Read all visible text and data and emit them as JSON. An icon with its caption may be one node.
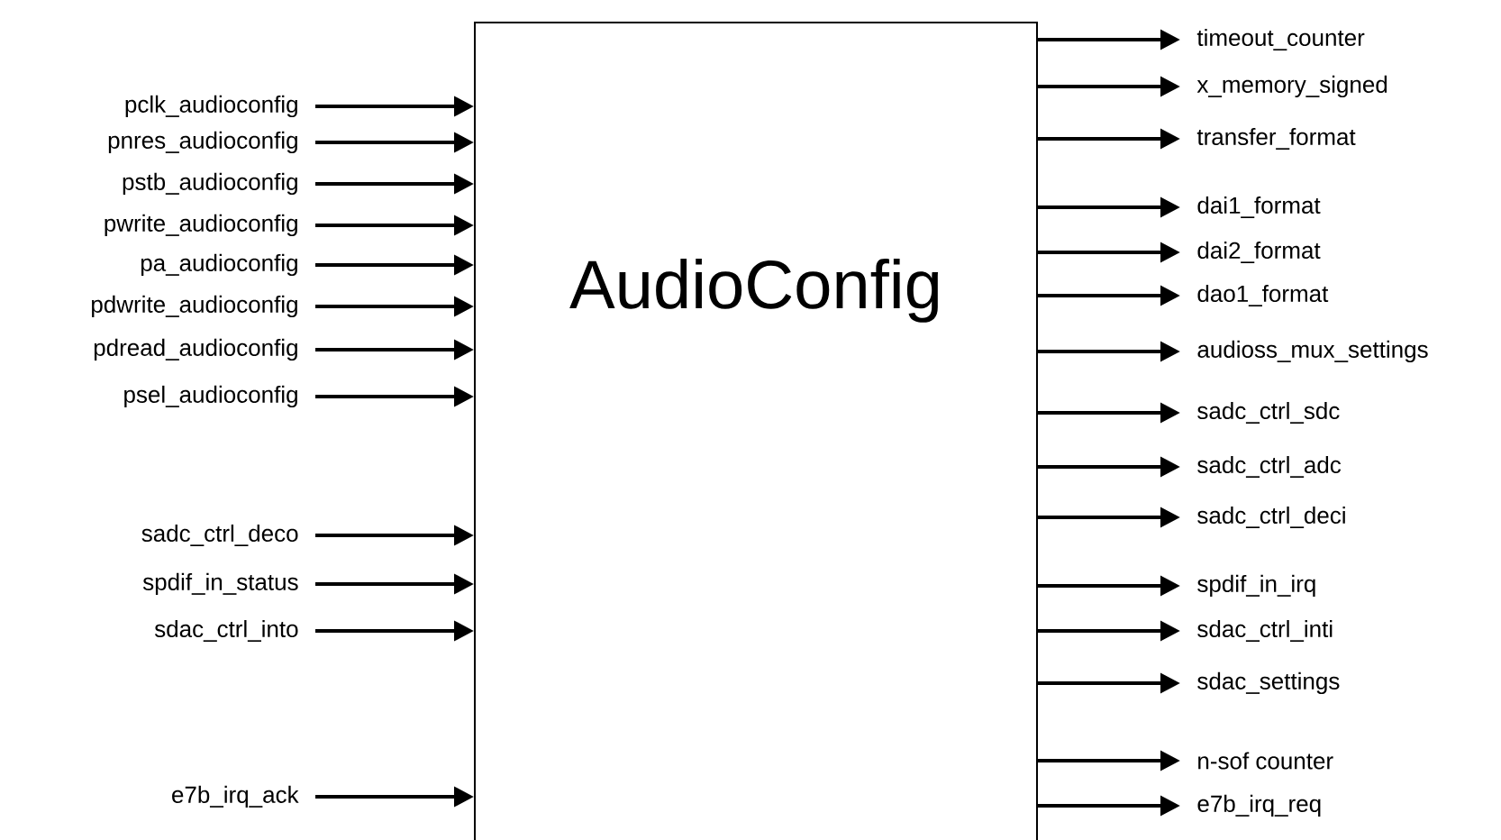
{
  "diagram": {
    "nodes": [
      {
        "text": [
          "AudioConfig"
        ]
      },
      {
        "text": [
          "pclk_audioconfig"
        ]
      },
      {
        "text": [
          "pnres_audioconfig"
        ]
      },
      {
        "text": [
          "pstb_audioconfig"
        ]
      },
      {
        "text": [
          "pwrite_audioconfig"
        ]
      },
      {
        "text": [
          "pa_audioconfig"
        ]
      },
      {
        "text": [
          "pdwrite_audioconfig"
        ]
      },
      {
        "text": [
          "pdread_audioconfig"
        ]
      },
      {
        "text": [
          "psel_audioconfig"
        ]
      },
      {
        "text": [
          "sadc_ctrl_deco"
        ]
      },
      {
        "text": [
          "spdif_in_status"
        ]
      },
      {
        "text": [
          "sdac_ctrl_into"
        ]
      },
      {
        "text": [
          "e7b_irq_ack"
        ]
      },
      {
        "text": [
          "timeout_counter"
        ]
      },
      {
        "text": [
          "x_memory_signed"
        ]
      },
      {
        "text": [
          "transfer_format"
        ]
      },
      {
        "text": [
          "dai1_format"
        ]
      },
      {
        "text": [
          "dai2_format"
        ]
      },
      {
        "text": [
          "dao1_format"
        ]
      },
      {
        "text": [
          "audioss_mux_settings"
        ]
      },
      {
        "text": [
          "sadc_ctrl_sdc"
        ]
      },
      {
        "text": [
          "sadc_ctrl_adc"
        ]
      },
      {
        "text": [
          "sadc_ctrl_deci"
        ]
      },
      {
        "text": [
          "spdif_in_irq"
        ]
      },
      {
        "text": [
          "sdac_ctrl_inti"
        ]
      },
      {
        "text": [
          "sdac_settings"
        ]
      },
      {
        "text": [
          "n-sof counter"
        ]
      },
      {
        "text": [
          "e7b_irq_req"
        ]
      }
    ],
    "edges": [
      {
        "from": 1,
        "to": 0,
        "arrow": "to"
      },
      {
        "from": 2,
        "to": 0,
        "arrow": "to"
      },
      {
        "from": 3,
        "to": 0,
        "arrow": "to"
      },
      {
        "from": 4,
        "to": 0,
        "arrow": "to"
      },
      {
        "from": 5,
        "to": 0,
        "arrow": "to"
      },
      {
        "from": 6,
        "to": 0,
        "arrow": "to"
      },
      {
        "from": 7,
        "to": 0,
        "arrow": "to"
      },
      {
        "from": 8,
        "to": 0,
        "arrow": "to"
      },
      {
        "from": 9,
        "to": 0,
        "arrow": "to"
      },
      {
        "from": 10,
        "to": 0,
        "arrow": "to"
      },
      {
        "from": 11,
        "to": 0,
        "arrow": "to"
      },
      {
        "from": 12,
        "to": 0,
        "arrow": "to"
      },
      {
        "from": 0,
        "to": 13,
        "arrow": "to"
      },
      {
        "from": 0,
        "to": 14,
        "arrow": "to"
      },
      {
        "from": 0,
        "to": 15,
        "arrow": "to"
      },
      {
        "from": 0,
        "to": 16,
        "arrow": "to"
      },
      {
        "from": 0,
        "to": 17,
        "arrow": "to"
      },
      {
        "from": 0,
        "to": 18,
        "arrow": "to"
      },
      {
        "from": 0,
        "to": 19,
        "arrow": "to"
      },
      {
        "from": 0,
        "to": 20,
        "arrow": "to"
      },
      {
        "from": 0,
        "to": 21,
        "arrow": "to"
      },
      {
        "from": 0,
        "to": 22,
        "arrow": "to"
      },
      {
        "from": 0,
        "to": 23,
        "arrow": "to"
      },
      {
        "from": 0,
        "to": 24,
        "arrow": "to"
      },
      {
        "from": 0,
        "to": 25,
        "arrow": "to"
      },
      {
        "from": 0,
        "to": 26,
        "arrow": "to"
      },
      {
        "from": 0,
        "to": 27,
        "arrow": "to"
      }
    ]
  }
}
